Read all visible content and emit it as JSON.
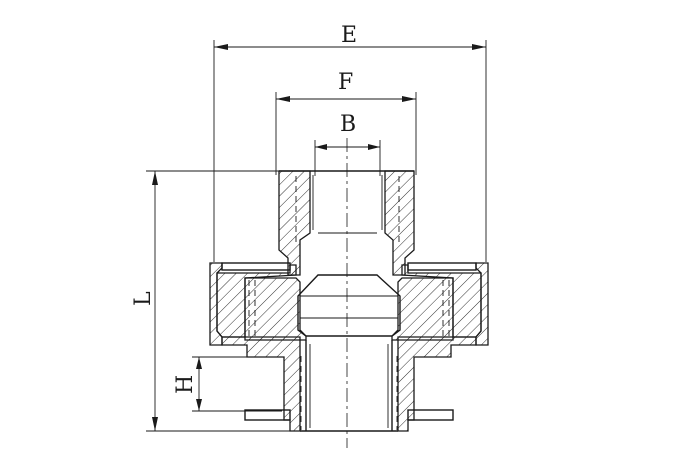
{
  "dimensions": {
    "E": "E",
    "F": "F",
    "B": "B",
    "L": "L",
    "H": "H"
  }
}
